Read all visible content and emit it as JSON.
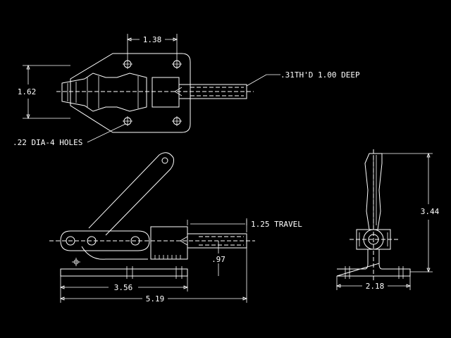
{
  "drawing": {
    "background": "#000000",
    "line_color": "#ffffff",
    "top_view": {
      "dim_hole_spacing": "1.38",
      "dim_height": "1.62",
      "note_thread": ".31TH'D 1.00 DEEP",
      "note_holes": ".22 DIA-4 HOLES"
    },
    "side_view": {
      "dim_travel": "1.25 TRAVEL",
      "dim_offset": ".97",
      "dim_base": "3.56",
      "dim_overall": "5.19"
    },
    "end_view": {
      "dim_height": "3.44",
      "dim_width": "2.18"
    }
  }
}
